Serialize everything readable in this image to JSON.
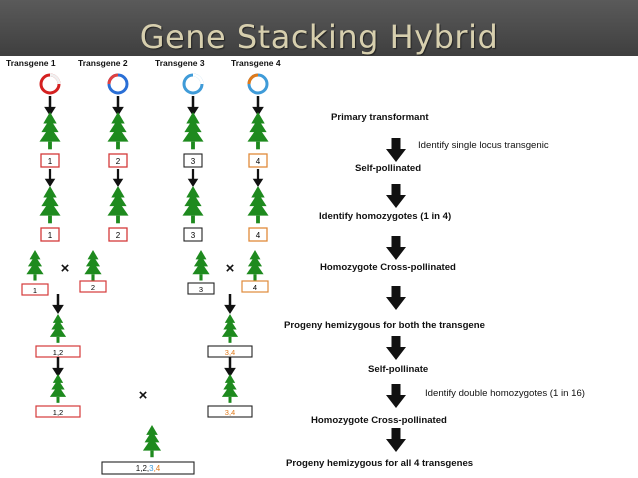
{
  "title": "Gene Stacking Hybrid",
  "transgenes": [
    "Transgene 1",
    "Transgene 2",
    "Transgene 3",
    "Transgene 4"
  ],
  "plasmid_colors": [
    "#d42020",
    "#2a6fd6",
    "#3f9bd8",
    "#e07a1a"
  ],
  "colors": {
    "tree": "#1e8a1e",
    "arrow": "#111111",
    "red_box": "#d43a3a",
    "orange_box": "#e08a3a",
    "neutral_box": "#222222"
  },
  "labels": {
    "l1": "1",
    "l2": "2",
    "l3": "3",
    "l4": "4",
    "l12": "1,2",
    "l34": "3,4",
    "final_a": "1,2,",
    "final_b": "3",
    "final_c": ",4",
    "cross": "×"
  },
  "steps": {
    "s1": "Primary transformant",
    "n1": "Identify single locus transgenic",
    "s2": "Self-pollinated",
    "s3": "Identify homozygotes (1 in 4)",
    "s4": "Homozygote Cross-pollinated",
    "s5": "Progeny hemizygous for both the transgene",
    "s6": "Self-pollinate",
    "n2": "Identify double homozygotes (1 in 16)",
    "s7": "Homozygote Cross-pollinated",
    "s8": "Progeny hemizygous for all 4 transgenes"
  }
}
